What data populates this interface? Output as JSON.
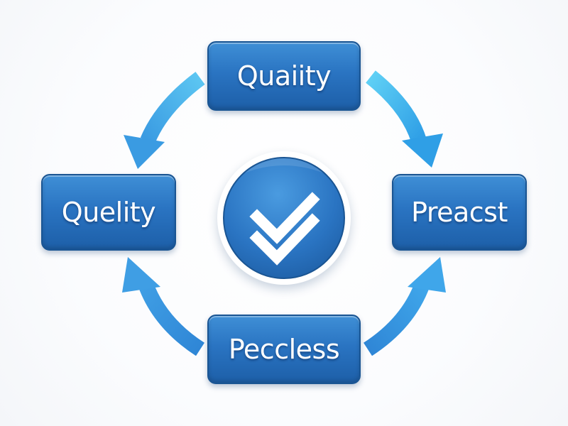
{
  "diagram": {
    "nodes": {
      "top": "Quaiity",
      "left": "Quelity",
      "right": "Preacst",
      "bottom": "Peccless"
    },
    "center_icon": "check-mark-icon"
  },
  "colors": {
    "node_fill": "#2a74c2",
    "node_border": "#1a5593",
    "arrow_light": "#4cc0f0",
    "arrow_dark": "#2a7cd0",
    "badge_fill": "#2a74c2",
    "check_color": "#ffffff"
  }
}
